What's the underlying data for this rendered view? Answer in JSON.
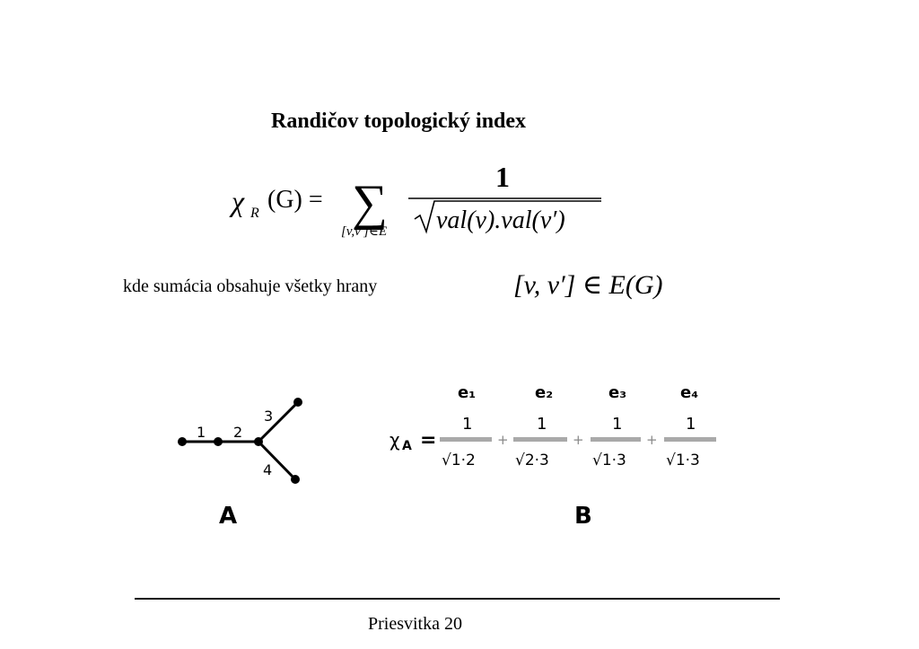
{
  "slide": {
    "title": "Randičov topologický index",
    "description": "kde sumácia obsahuje všetky hrany",
    "footer": "Priesvitka 20"
  },
  "formula": {
    "lhs_symbol": "χ",
    "lhs_subscript": "R",
    "lhs_arg": "(G) =",
    "sum_symbol": "∑",
    "sum_index": "[v,v′]∈E",
    "numerator": "1",
    "denominator": "val(v).val(v′)"
  },
  "edge_set": "[v, v′] ∈ E(G)",
  "graph_A": {
    "caption": "A",
    "edge_labels": [
      "1",
      "2",
      "3",
      "4"
    ]
  },
  "example_B": {
    "caption": "B",
    "lhs": "χ",
    "lhs_sub": "A",
    "equals": "=",
    "edge_headers": [
      "e₁",
      "e₂",
      "e₃",
      "e₄"
    ],
    "numerators": [
      "1",
      "1",
      "1",
      "1"
    ],
    "denominators": [
      "√1·2",
      "√2·3",
      "√1·3",
      "√1·3"
    ],
    "plus": "+"
  }
}
